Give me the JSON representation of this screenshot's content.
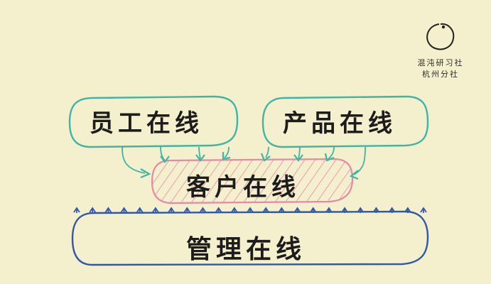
{
  "nodes": {
    "employee": "员工在线",
    "product": "产品在线",
    "customer": "客户在线",
    "management": "管理在线"
  },
  "brand": {
    "line1": "混沌研习社",
    "line2": "杭州分社"
  },
  "colors": {
    "background": "#f4efcc",
    "teal": "#3fb5a3",
    "pink": "#e48aa6",
    "blue": "#2f58a8",
    "text": "#1c1c1c"
  },
  "icons": {
    "brand_logo": "ring-logo-icon"
  }
}
